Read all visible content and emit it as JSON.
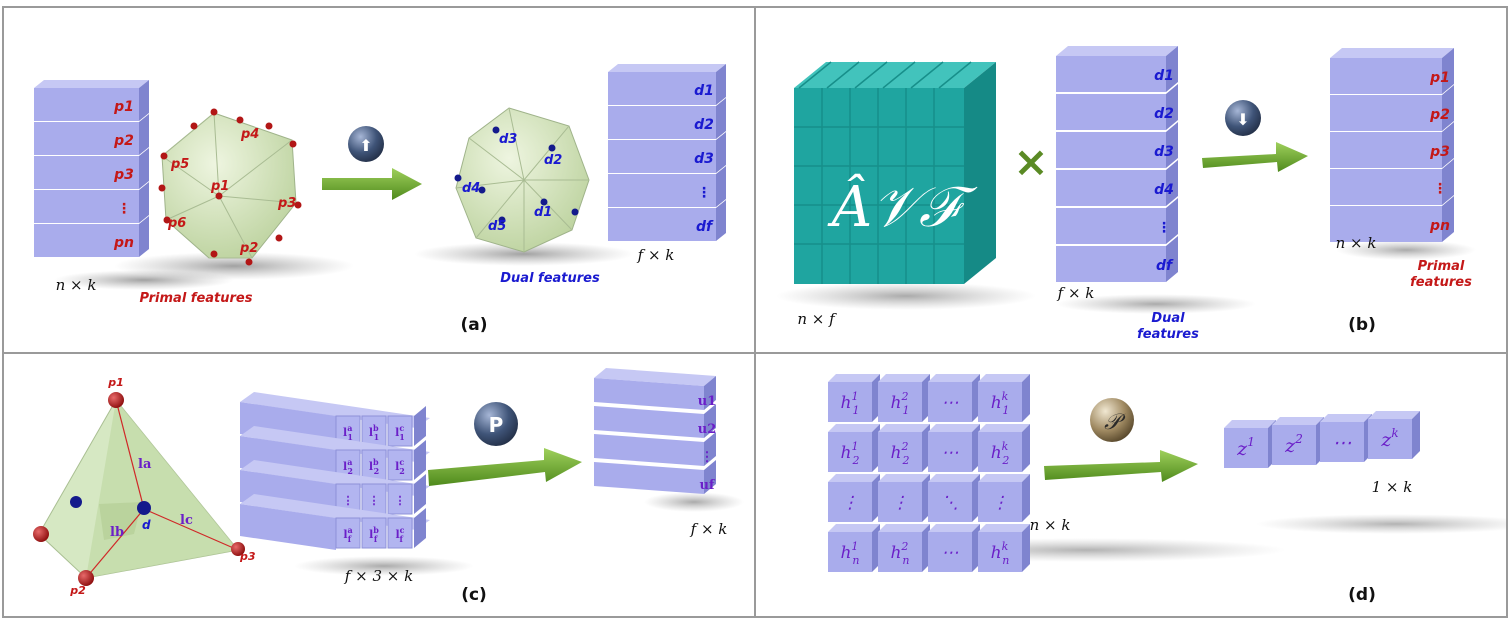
{
  "panel_a": {
    "caption": "(a)",
    "primal_rows": [
      "p1",
      "p2",
      "p3",
      "⋮",
      "pn"
    ],
    "dual_rows": [
      "d1",
      "d2",
      "d3",
      "⋮",
      "df"
    ],
    "primal_dim": "n × k",
    "dual_dim": "f × k",
    "primal_label": "Primal features",
    "dual_label": "Dual features",
    "poly_vertex_labels": [
      "p4",
      "p5",
      "p1",
      "p3",
      "p6",
      "p2"
    ],
    "poly_face_labels": [
      "d3",
      "d2",
      "d4",
      "d1",
      "d5"
    ],
    "op_symbol": "⬆"
  },
  "panel_b": {
    "caption": "(b)",
    "matrix_symbol": "Â𝒱ℱ",
    "matrix_dim": "n × f",
    "times_symbol": "×",
    "dual_rows": [
      "d1",
      "d2",
      "d3",
      "d4",
      "⋮",
      "df"
    ],
    "dual_dim": "f × k",
    "dual_label_1": "Dual",
    "dual_label_2": "features",
    "primal_rows": [
      "p1",
      "p2",
      "p3",
      "⋮",
      "pn"
    ],
    "primal_dim": "n × k",
    "primal_label_1": "Primal",
    "primal_label_2": "features",
    "op_symbol": "⬇"
  },
  "panel_c": {
    "caption": "(c)",
    "tet_vertex_labels": [
      "p1",
      "p2",
      "p3"
    ],
    "tet_edge_labels": [
      "la",
      "lb",
      "lc"
    ],
    "tet_center_label": "d",
    "block_dim": "f × 3 × k",
    "out_rows": [
      "u1",
      "u2",
      "⋮",
      "uf"
    ],
    "out_dim": "f × k",
    "op_symbol": "P"
  },
  "panel_d": {
    "caption": "(d)",
    "grid_dim": "n × k",
    "out_dim": "1 × k",
    "out_cells": [
      "z1",
      "z2",
      "⋯",
      "zk"
    ],
    "op_symbol": "𝒫"
  },
  "colors": {
    "block_face": "#a9acec",
    "block_top": "#c6c8f4",
    "block_side": "#7f84cf",
    "teal": "#1fa5a0",
    "arrow": "#6aa82a",
    "primal_red": "#c41818",
    "dual_blue": "#1a1ad0",
    "poly_green": "#cfe0b4"
  }
}
